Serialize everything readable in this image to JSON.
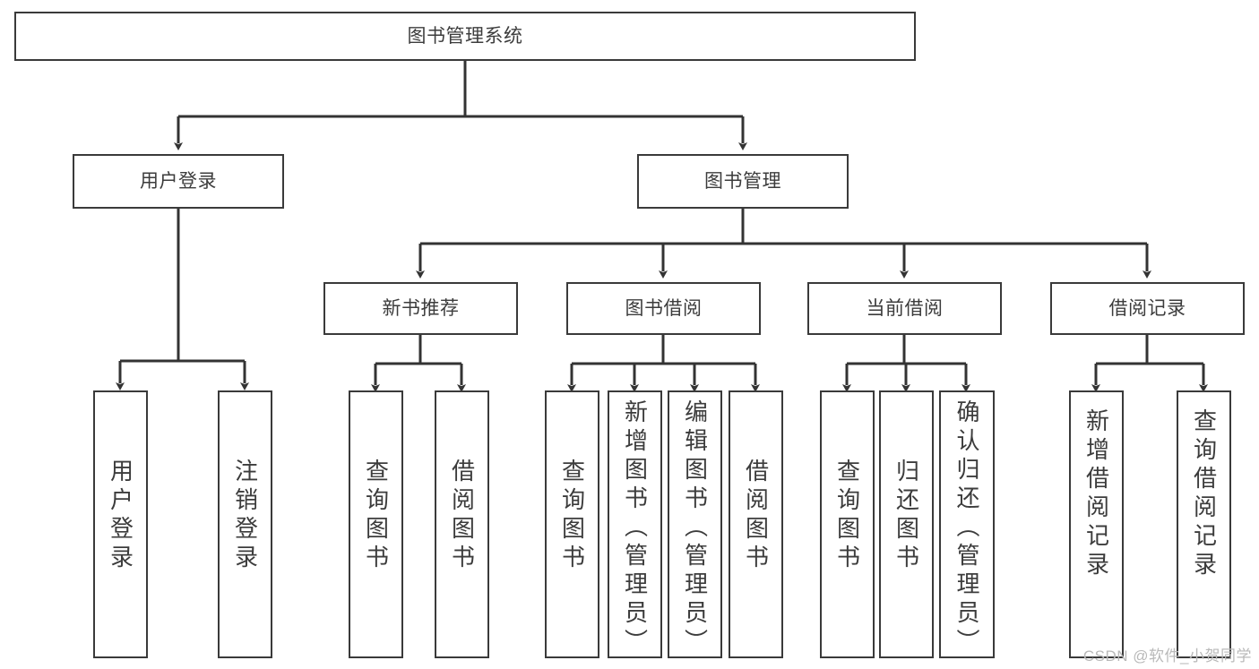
{
  "diagram": {
    "title": "图书管理系统",
    "type": "tree-hierarchy",
    "watermark": "CSDN @软件_小贺同学",
    "colors": {
      "box_border": "#3a3a3a",
      "box_fill": "#ffffff",
      "text": "#3c3c3c",
      "connector": "#333333",
      "watermark": "#b9b9b9"
    },
    "nodes": {
      "root": {
        "label": "图书管理系统"
      },
      "level2": [
        {
          "id": "user-login",
          "label": "用户登录"
        },
        {
          "id": "book-manage",
          "label": "图书管理"
        }
      ],
      "level3": [
        {
          "id": "new-book-rec",
          "label": "新书推荐"
        },
        {
          "id": "book-borrow",
          "label": "图书借阅"
        },
        {
          "id": "current-borrow",
          "label": "当前借阅"
        },
        {
          "id": "borrow-record",
          "label": "借阅记录"
        }
      ],
      "leaves": {
        "user_login": [
          {
            "id": "leaf-user-login",
            "label": "用户登录"
          },
          {
            "id": "leaf-logout",
            "label": "注销登录"
          }
        ],
        "new_book_rec": [
          {
            "id": "leaf-query-book-1",
            "label": "查询图书"
          },
          {
            "id": "leaf-borrow-book-1",
            "label": "借阅图书"
          }
        ],
        "book_borrow": [
          {
            "id": "leaf-query-book-2",
            "label": "查询图书"
          },
          {
            "id": "leaf-add-book",
            "label": "新增图书（管理员）"
          },
          {
            "id": "leaf-edit-book",
            "label": "编辑图书（管理员）"
          },
          {
            "id": "leaf-borrow-book-2",
            "label": "借阅图书"
          }
        ],
        "current_borrow": [
          {
            "id": "leaf-query-book-3",
            "label": "查询图书"
          },
          {
            "id": "leaf-return-book",
            "label": "归还图书"
          },
          {
            "id": "leaf-confirm-return",
            "label": "确认归还（管理员）"
          }
        ],
        "borrow_record": [
          {
            "id": "leaf-add-record",
            "label": "新增借阅记录"
          },
          {
            "id": "leaf-query-record",
            "label": "查询借阅记录"
          }
        ]
      }
    }
  }
}
